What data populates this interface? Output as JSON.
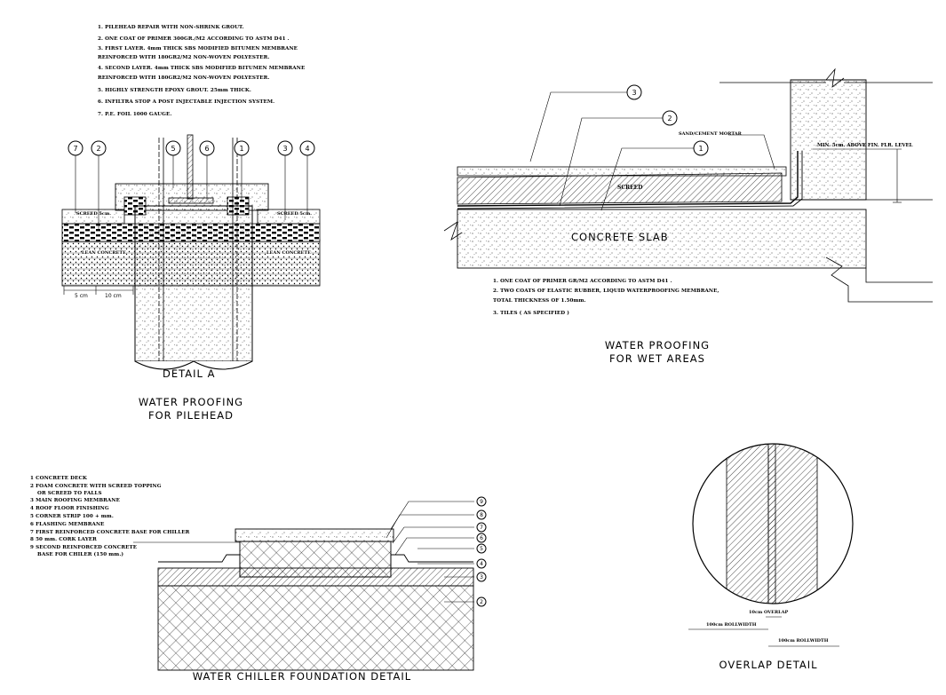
{
  "pilehead": {
    "notes": [
      "1. PILEHEAD REPAIR WITH NON-SHRINK GROUT.",
      "2. ONE COAT OF PRIMER 300GR./M2 ACCORDING TO ASTM D41 .",
      "3. FIRST LAYER. 4mm THICK SBS MODIFIED BITUMEN MEMBRANE",
      "   REINFORCED WITH 180GR2/M2 NON-WOVEN POLYESTER.",
      "4. SECOND LAYER. 4mm THICK SBS MODIFIED BITUMEN MEMBRANE",
      "   REINFORCED WITH 180GR2/M2 NON-WOVEN POLYESTER.",
      "5. HIGHLY STRENGTH EPOXY GROUT. 25mm THICK.",
      "6. INFILTRA STOP A POST INJECTABLE INJECTION SYSTEM.",
      "7. P.E. FOIL 1000 GAUGE."
    ],
    "callouts": [
      "7",
      "2",
      "5",
      "6",
      "1",
      "3",
      "4"
    ],
    "screed_label_left": "SCREED 5cm.",
    "screed_label_right": "SCREED 5cm.",
    "lean_label_left": "LEAN CONCRETE",
    "lean_label_right": "LEAN CONCRETE",
    "dim_5": "5 cm",
    "dim_10": "10 cm",
    "detail_label": "DETAIL  A",
    "title_line1": "WATER PROOFING",
    "title_line2": "FOR PILEHEAD"
  },
  "wet_areas": {
    "callouts": [
      "3",
      "2",
      "1"
    ],
    "mortar_label": "SAND/CEMENT MORTAR",
    "level_label": "MIN. 5cm. ABOVE FIN. FLR. LEVEL",
    "screed_label": "SCREED",
    "slab_label": "CONCRETE SLAB",
    "notes": [
      "1. ONE COAT OF PRIMER GR/M2 ACCORDING TO ASTM D41 .",
      "2. TWO COATS OF ELASTIC RUBBER, LIQUID WATERPROOFING MEMBRANE,",
      "   TOTAL THICKNESS OF 1.50mm.",
      "3. TILES ( AS SPECIFIED )"
    ],
    "title_line1": "WATER PROOFING",
    "title_line2": "FOR WET AREAS"
  },
  "chiller": {
    "legend": [
      {
        "num": "1",
        "text": "CONCRETE DECK"
      },
      {
        "num": "2",
        "text": "FOAM CONCRETE WITH SCREED TOPPING"
      },
      {
        "num": "",
        "text": "OR SCREED TO FALLS"
      },
      {
        "num": "3",
        "text": "MAIN ROOFING MEMBRANE"
      },
      {
        "num": "4",
        "text": "ROOF FLOOR FINISHING"
      },
      {
        "num": "5",
        "text": "CORNER STRIP 100 + mm."
      },
      {
        "num": "6",
        "text": "FLASHING MEMBRANE"
      },
      {
        "num": "7",
        "text": "FIRST REINFORCED CONCRETE BASE FOR CHILLER"
      },
      {
        "num": "8",
        "text": "50 mm. CORK LAYER"
      },
      {
        "num": "9",
        "text": "SECOND REINFORCED CONCRETE"
      },
      {
        "num": "",
        "text": "BASE FOR CHILER (150 mm.)"
      }
    ],
    "callouts": [
      "9",
      "8",
      "7",
      "6",
      "5",
      "4",
      "3",
      "2"
    ],
    "title": "WATER CHILLER FOUNDATION DETAIL"
  },
  "overlap": {
    "overlap_label": "10cm OVERLAP",
    "rollwidth_label": "100cm ROLLWIDTH",
    "rollwidth2_label": "100cm ROLLWIDTH",
    "title": "OVERLAP DETAIL"
  }
}
